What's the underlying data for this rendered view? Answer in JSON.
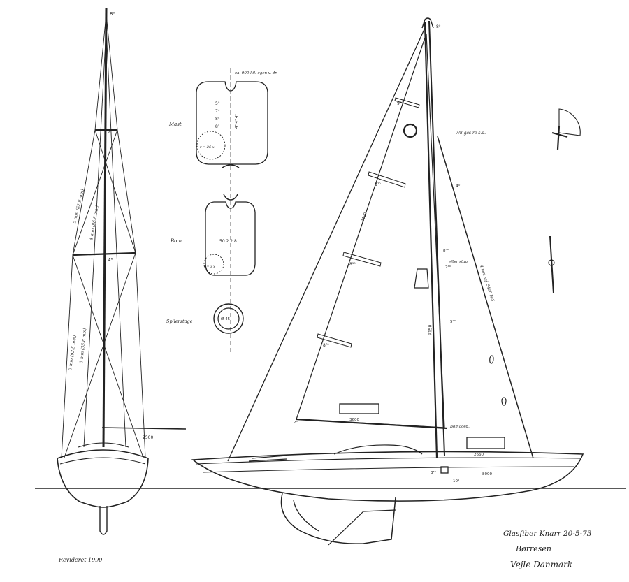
{
  "colors": {
    "paper": "#ffffff",
    "ink": "#222222"
  },
  "front_view": {
    "mast_top_mark": "8⁰",
    "upper_spreader_mark": "7⁴",
    "lower_spreader_mark": "4⁶",
    "stay_label_1": "3 mm (92.5 mm)",
    "stay_label_2": "3 mm (35.8 mm)",
    "stay_label_3": "4 mm (86.8 mm)",
    "stay_label_4": "5 mm (62.8 mm)",
    "boom_mark": "2500",
    "revision_note": "Revideret 1990"
  },
  "sections": {
    "top_note": "ca. 900 kil. egen v. dr.",
    "mast_label": "Mast",
    "mast_dims": [
      "5⁰",
      "7⁴",
      "8⁴",
      "8⁵"
    ],
    "mast_dims_right": "4² 4⁴ 4⁸",
    "mast_radius": "r = 26 x",
    "boom_label": "Bom",
    "boom_dims": "50  2 2 8",
    "boom_radius": "r = 3 x",
    "spinnaker_label": "Spilerstage",
    "spinnaker_dims": "Ø 45"
  },
  "side_view": {
    "mast_top": "8⁰",
    "masthead_note": "7/8 gas ro s.d.",
    "mainsail_dims": [
      "9⁴⁰",
      "8⁷⁰",
      "8⁵⁰",
      "8⁷⁰"
    ],
    "mast_height": "9150",
    "mark_1": "4⁰",
    "mark_2": "8⁵⁰",
    "spreader_note": "efter stag",
    "jib_note_1": "7⁴⁰",
    "jib_note_2": "5²⁰",
    "forestay_note": "4 mm sej. 5400 H-5",
    "foot_note": "Bomgoed.",
    "foot_length": "3600",
    "lower_mark": "2400",
    "keel_note_1": "3⁵⁰",
    "keel_note_2": "10⁵",
    "hull_length": "2660",
    "waterline": "8000",
    "clew_mark": "2⁰"
  },
  "title_block": {
    "line1": "Glasfiber Knarr 20-5-73",
    "line2": "Børresen",
    "line3": "Vejle Danmark"
  }
}
